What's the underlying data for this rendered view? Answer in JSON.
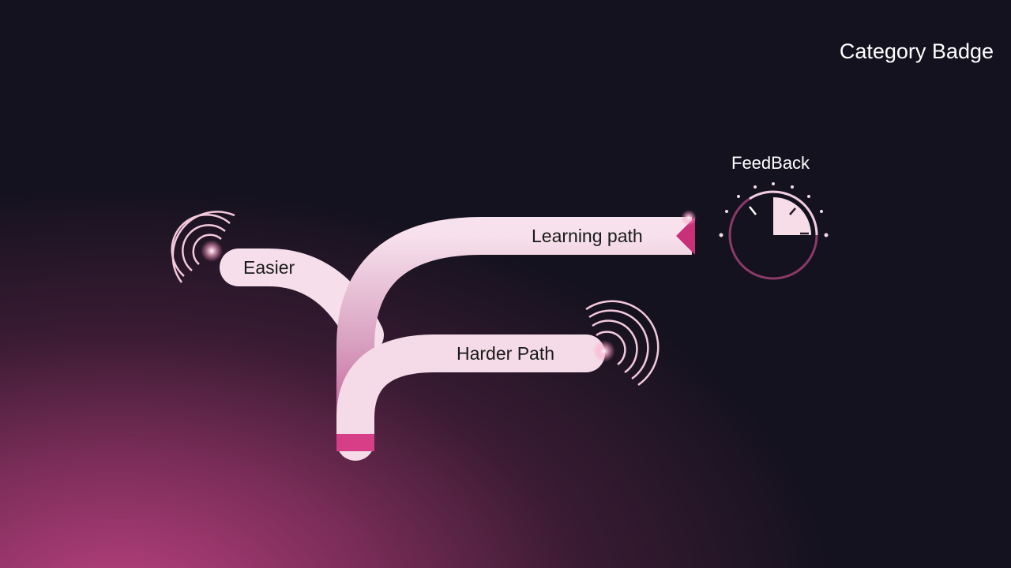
{
  "badge": "Category Badge",
  "feedback": {
    "label": "FeedBack",
    "level": 0.25
  },
  "paths": {
    "easier": "Easier",
    "learning": "Learning path",
    "harder": "Harder Path"
  }
}
